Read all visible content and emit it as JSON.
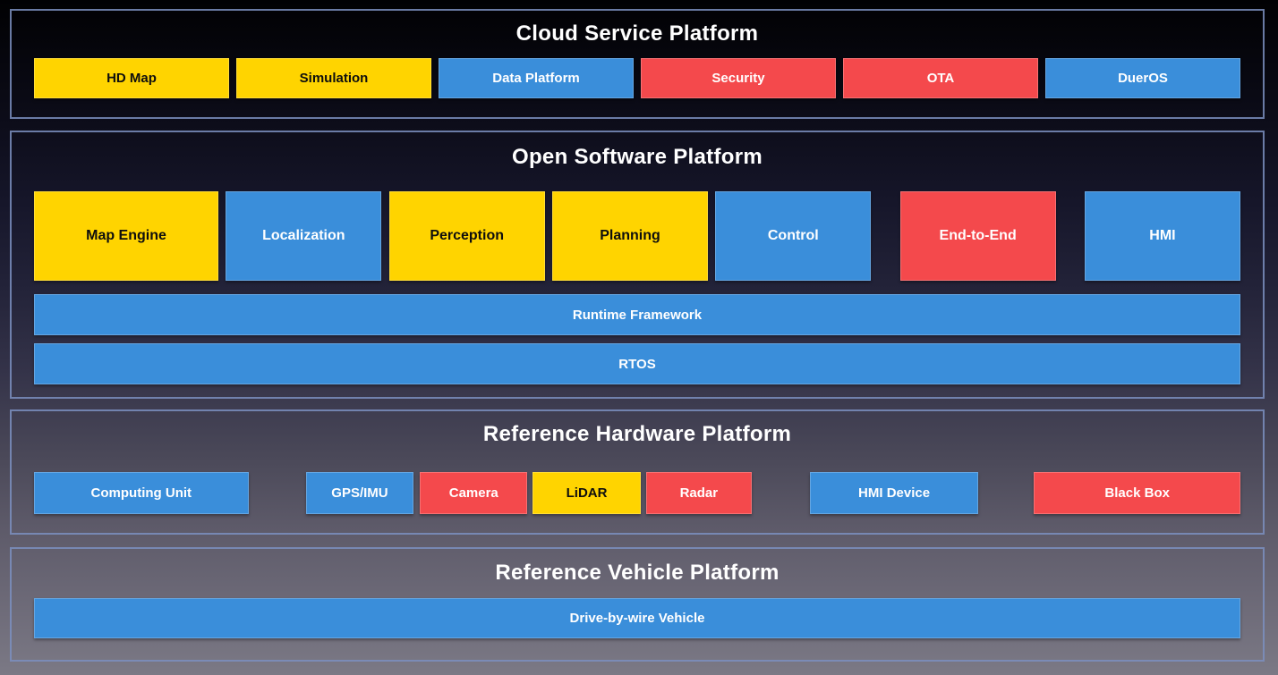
{
  "colors": {
    "yellow": {
      "bg": "#FFD400",
      "text": "#0e0e0e"
    },
    "blue": {
      "bg": "#3A8EDA",
      "text": "#ffffff"
    },
    "red": {
      "bg": "#F4494C",
      "text": "#ffffff"
    },
    "section_border": "#7B8FBF",
    "background_top": "#010103",
    "background_bottom": "#7B7985",
    "title_text": "#ffffff"
  },
  "sections": [
    {
      "title": "Cloud Service Platform",
      "boxes": [
        {
          "label": "HD Map",
          "color": "yellow"
        },
        {
          "label": "Simulation",
          "color": "yellow"
        },
        {
          "label": "Data Platform",
          "color": "blue"
        },
        {
          "label": "Security",
          "color": "red"
        },
        {
          "label": "OTA",
          "color": "red"
        },
        {
          "label": "DuerOS",
          "color": "blue"
        }
      ]
    },
    {
      "title": "Open Software Platform",
      "boxes": [
        {
          "label": "Map Engine",
          "color": "yellow"
        },
        {
          "label": "Localization",
          "color": "blue"
        },
        {
          "label": "Perception",
          "color": "yellow"
        },
        {
          "label": "Planning",
          "color": "yellow"
        },
        {
          "label": "Control",
          "color": "blue"
        },
        {
          "label": "End-to-End",
          "color": "red"
        },
        {
          "label": "HMI",
          "color": "blue"
        }
      ],
      "bars": [
        {
          "label": "Runtime Framework",
          "color": "blue"
        },
        {
          "label": "RTOS",
          "color": "blue"
        }
      ]
    },
    {
      "title": "Reference Hardware Platform",
      "boxes": [
        {
          "label": "Computing Unit",
          "color": "blue"
        },
        {
          "label": "GPS/IMU",
          "color": "blue"
        },
        {
          "label": "Camera",
          "color": "red"
        },
        {
          "label": "LiDAR",
          "color": "yellow"
        },
        {
          "label": "Radar",
          "color": "red"
        },
        {
          "label": "HMI Device",
          "color": "blue"
        },
        {
          "label": "Black Box",
          "color": "red"
        }
      ]
    },
    {
      "title": "Reference Vehicle Platform",
      "bars": [
        {
          "label": "Drive-by-wire Vehicle",
          "color": "blue"
        }
      ]
    }
  ]
}
